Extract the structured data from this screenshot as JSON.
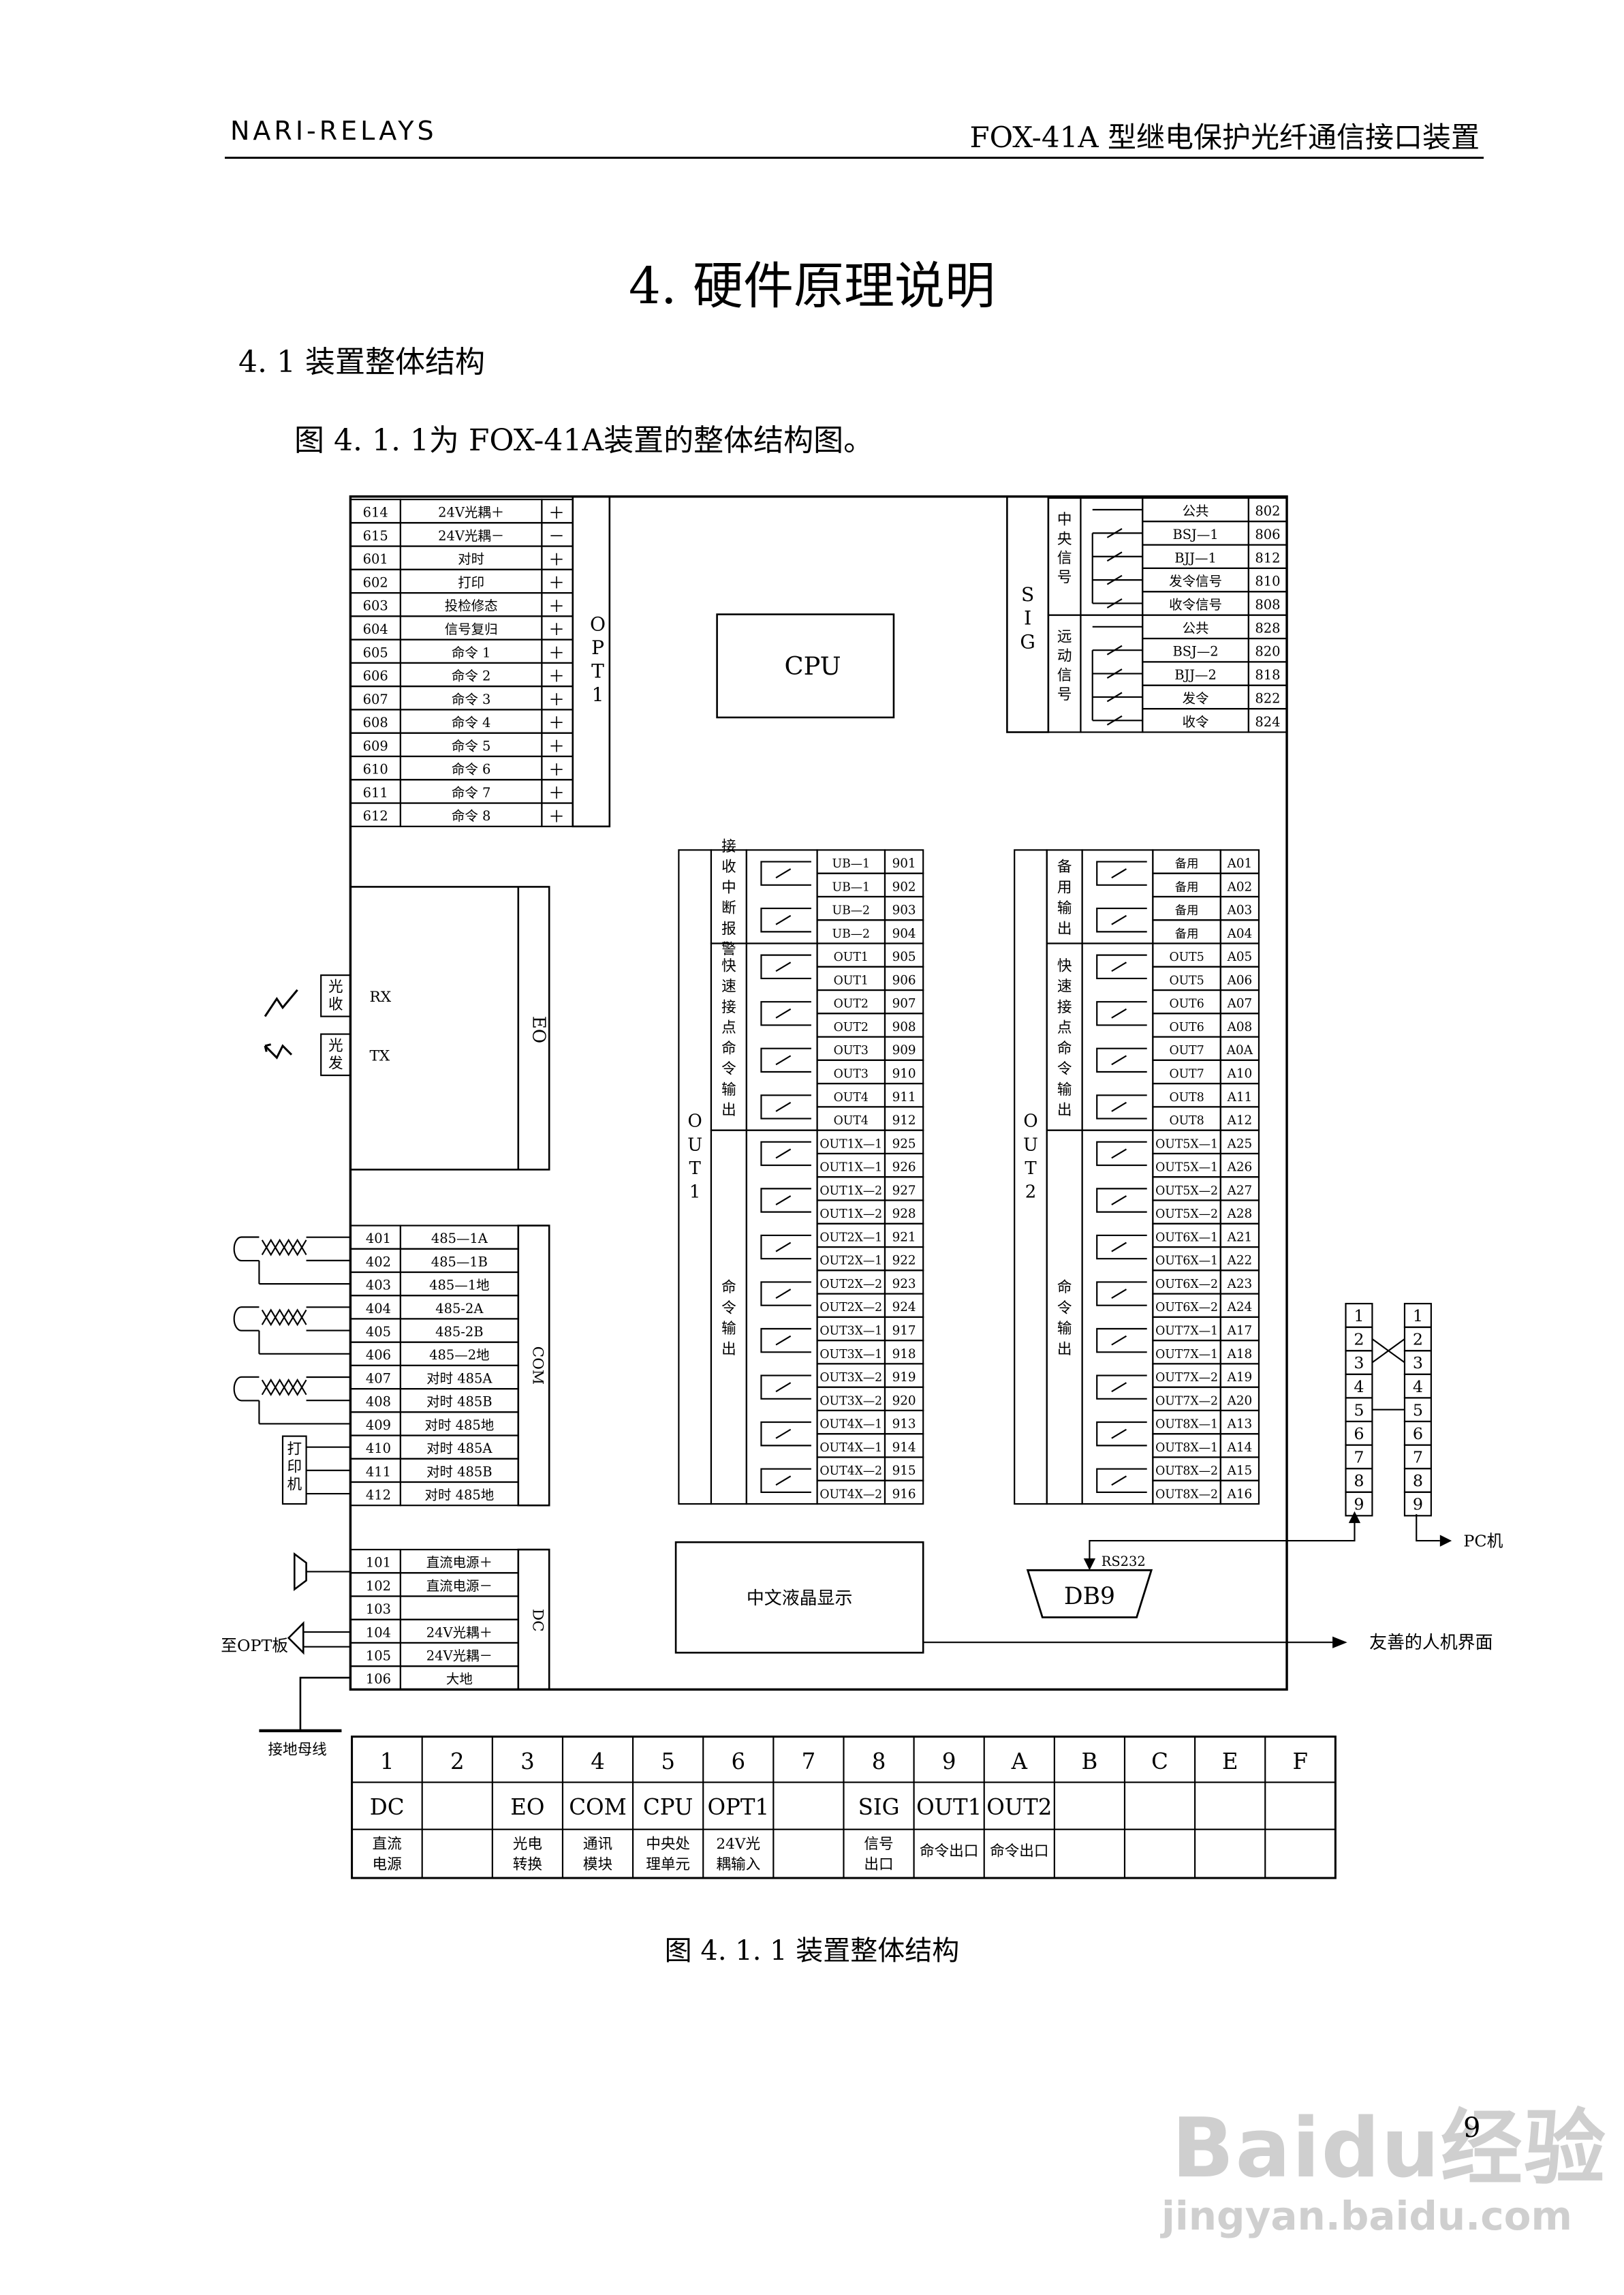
{
  "header": {
    "left": "NARI-RELAYS",
    "right": "FOX-41A 型继电保护光纤通信接口装置"
  },
  "title": "4.    硬件原理说明",
  "section": "4. 1 装置整体结构",
  "intro": "图 4. 1. 1为 FOX-41A装置的整体结构图。",
  "caption": "图 4. 1. 1 装置整体结构",
  "page_number": "9",
  "watermark": {
    "logo": "Baidu经验",
    "url": "jingyan.baidu.com"
  },
  "diagram": {
    "cpu": "CPU",
    "lcd": "中文液晶显示",
    "db9": "DB9",
    "rs232": "RS232",
    "pc": "PC机",
    "hmi": "友善的人机界面",
    "ground_bus": "接地母线",
    "to_opt": "至OPT板",
    "printer": "打印机",
    "optical_rx": "光收",
    "optical_tx": "光发",
    "rx": "RX",
    "tx": "TX",
    "eo": "EO",
    "com": "COM",
    "dc": "DC",
    "opt1": "OPT1",
    "sig": "SIG",
    "out1": "OUT1",
    "out2": "OUT2",
    "opt_rows": [
      {
        "no": "614",
        "label": "24V光耦＋",
        "sign": "＋"
      },
      {
        "no": "615",
        "label": "24V光耦－",
        "sign": "－"
      },
      {
        "no": "601",
        "label": "对时",
        "sign": "＋"
      },
      {
        "no": "602",
        "label": "打印",
        "sign": "＋"
      },
      {
        "no": "603",
        "label": "投检修态",
        "sign": "＋"
      },
      {
        "no": "604",
        "label": "信号复归",
        "sign": "＋"
      },
      {
        "no": "605",
        "label": "命令 1",
        "sign": "＋"
      },
      {
        "no": "606",
        "label": "命令 2",
        "sign": "＋"
      },
      {
        "no": "607",
        "label": "命令 3",
        "sign": "＋"
      },
      {
        "no": "608",
        "label": "命令 4",
        "sign": "＋"
      },
      {
        "no": "609",
        "label": "命令 5",
        "sign": "＋"
      },
      {
        "no": "610",
        "label": "命令 6",
        "sign": "＋"
      },
      {
        "no": "611",
        "label": "命令 7",
        "sign": "＋"
      },
      {
        "no": "612",
        "label": "命令 8",
        "sign": "＋"
      }
    ],
    "com_rows": [
      {
        "no": "401",
        "label": "485—1A"
      },
      {
        "no": "402",
        "label": "485—1B"
      },
      {
        "no": "403",
        "label": "485—1地"
      },
      {
        "no": "404",
        "label": "485-2A"
      },
      {
        "no": "405",
        "label": "485-2B"
      },
      {
        "no": "406",
        "label": "485—2地"
      },
      {
        "no": "407",
        "label": "对时 485A"
      },
      {
        "no": "408",
        "label": "对时 485B"
      },
      {
        "no": "409",
        "label": "对时 485地"
      },
      {
        "no": "410",
        "label": "对时 485A"
      },
      {
        "no": "411",
        "label": "对时 485B"
      },
      {
        "no": "412",
        "label": "对时 485地"
      }
    ],
    "dc_rows": [
      {
        "no": "101",
        "label": "直流电源＋"
      },
      {
        "no": "102",
        "label": "直流电源－"
      },
      {
        "no": "103",
        "label": ""
      },
      {
        "no": "104",
        "label": "24V光耦＋"
      },
      {
        "no": "105",
        "label": "24V光耦－"
      },
      {
        "no": "106",
        "label": "大地"
      }
    ],
    "sig_groups": [
      {
        "name": "中央信号",
        "rows": [
          {
            "label": "公共",
            "no": "802"
          },
          {
            "label": "BSJ—1",
            "no": "806"
          },
          {
            "label": "BJJ—1",
            "no": "812"
          },
          {
            "label": "发令信号",
            "no": "810"
          },
          {
            "label": "收令信号",
            "no": "808"
          }
        ]
      },
      {
        "name": "远动信号",
        "rows": [
          {
            "label": "公共",
            "no": "828"
          },
          {
            "label": "BSJ—2",
            "no": "820"
          },
          {
            "label": "BJJ—2",
            "no": "818"
          },
          {
            "label": "发令",
            "no": "822"
          },
          {
            "label": "收令",
            "no": "824"
          }
        ]
      }
    ],
    "out1_rows": [
      {
        "label": "UB—1",
        "no": "901"
      },
      {
        "label": "UB—1",
        "no": "902"
      },
      {
        "label": "UB—2",
        "no": "903"
      },
      {
        "label": "UB—2",
        "no": "904"
      },
      {
        "label": "OUT1",
        "no": "905"
      },
      {
        "label": "OUT1",
        "no": "906"
      },
      {
        "label": "OUT2",
        "no": "907"
      },
      {
        "label": "OUT2",
        "no": "908"
      },
      {
        "label": "OUT3",
        "no": "909"
      },
      {
        "label": "OUT3",
        "no": "910"
      },
      {
        "label": "OUT4",
        "no": "911"
      },
      {
        "label": "OUT4",
        "no": "912"
      },
      {
        "label": "OUT1X—1",
        "no": "925"
      },
      {
        "label": "OUT1X—1",
        "no": "926"
      },
      {
        "label": "OUT1X—2",
        "no": "927"
      },
      {
        "label": "OUT1X—2",
        "no": "928"
      },
      {
        "label": "OUT2X—1",
        "no": "921"
      },
      {
        "label": "OUT2X—1",
        "no": "922"
      },
      {
        "label": "OUT2X—2",
        "no": "923"
      },
      {
        "label": "OUT2X—2",
        "no": "924"
      },
      {
        "label": "OUT3X—1",
        "no": "917"
      },
      {
        "label": "OUT3X—1",
        "no": "918"
      },
      {
        "label": "OUT3X—2",
        "no": "919"
      },
      {
        "label": "OUT3X—2",
        "no": "920"
      },
      {
        "label": "OUT4X—1",
        "no": "913"
      },
      {
        "label": "OUT4X—1",
        "no": "914"
      },
      {
        "label": "OUT4X—2",
        "no": "915"
      },
      {
        "label": "OUT4X—2",
        "no": "916"
      }
    ],
    "out1_groups": [
      {
        "label": "接收中断报警",
        "rows": 4
      },
      {
        "label": "快速接点命令输出",
        "rows": 8
      },
      {
        "label": "命令输出",
        "rows": 16
      }
    ],
    "out2_rows": [
      {
        "label": "备用",
        "no": "A01"
      },
      {
        "label": "备用",
        "no": "A02"
      },
      {
        "label": "备用",
        "no": "A03"
      },
      {
        "label": "备用",
        "no": "A04"
      },
      {
        "label": "OUT5",
        "no": "A05"
      },
      {
        "label": "OUT5",
        "no": "A06"
      },
      {
        "label": "OUT6",
        "no": "A07"
      },
      {
        "label": "OUT6",
        "no": "A08"
      },
      {
        "label": "OUT7",
        "no": "A0A"
      },
      {
        "label": "OUT7",
        "no": "A10"
      },
      {
        "label": "OUT8",
        "no": "A11"
      },
      {
        "label": "OUT8",
        "no": "A12"
      },
      {
        "label": "OUT5X—1",
        "no": "A25"
      },
      {
        "label": "OUT5X—1",
        "no": "A26"
      },
      {
        "label": "OUT5X—2",
        "no": "A27"
      },
      {
        "label": "OUT5X—2",
        "no": "A28"
      },
      {
        "label": "OUT6X—1",
        "no": "A21"
      },
      {
        "label": "OUT6X—1",
        "no": "A22"
      },
      {
        "label": "OUT6X—2",
        "no": "A23"
      },
      {
        "label": "OUT6X—2",
        "no": "A24"
      },
      {
        "label": "OUT7X—1",
        "no": "A17"
      },
      {
        "label": "OUT7X—1",
        "no": "A18"
      },
      {
        "label": "OUT7X—2",
        "no": "A19"
      },
      {
        "label": "OUT7X—2",
        "no": "A20"
      },
      {
        "label": "OUT8X—1",
        "no": "A13"
      },
      {
        "label": "OUT8X—1",
        "no": "A14"
      },
      {
        "label": "OUT8X—2",
        "no": "A15"
      },
      {
        "label": "OUT8X—2",
        "no": "A16"
      }
    ],
    "out2_groups": [
      {
        "label": "备用输出",
        "rows": 4
      },
      {
        "label": "快速接点命令输出",
        "rows": 8
      },
      {
        "label": "命令输出",
        "rows": 16
      }
    ],
    "db9_pins": [
      "1",
      "2",
      "3",
      "4",
      "5",
      "6",
      "7",
      "8",
      "9"
    ]
  },
  "slot_table": {
    "slots": [
      "1",
      "2",
      "3",
      "4",
      "5",
      "6",
      "7",
      "8",
      "9",
      "A",
      "B",
      "C",
      "E",
      "F"
    ],
    "codes": [
      "DC",
      "",
      "EO",
      "COM",
      "CPU",
      "OPT1",
      "",
      "SIG",
      "OUT1",
      "OUT2",
      "",
      "",
      "",
      ""
    ],
    "names": [
      "直流电源",
      "",
      "光电转换",
      "通讯模块",
      "中央处理单元",
      "24V光耦输入",
      "",
      "信号出口",
      "命令出口",
      "命令出口",
      "",
      "",
      "",
      ""
    ]
  }
}
